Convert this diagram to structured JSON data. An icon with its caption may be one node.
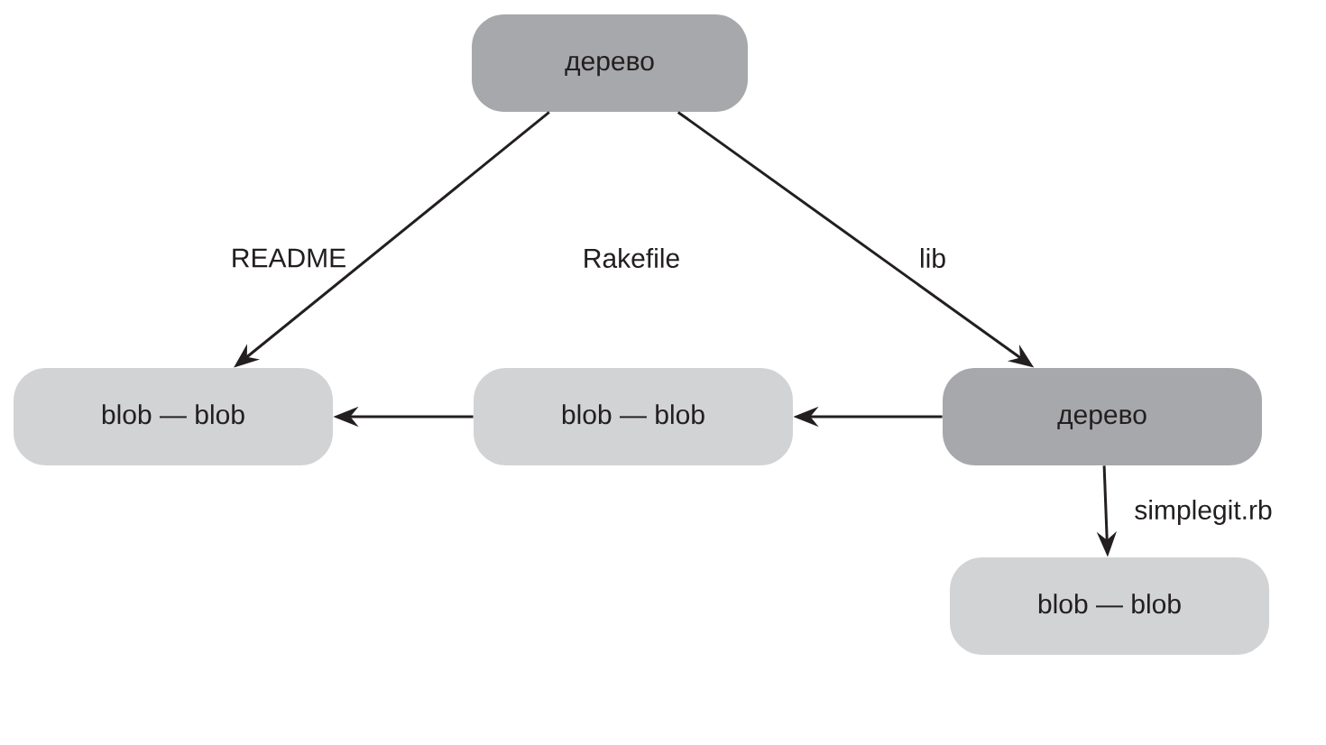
{
  "diagram": {
    "nodes": [
      {
        "text": [
          "дерево"
        ]
      },
      {
        "text": [
          "blob — blob"
        ]
      },
      {
        "text": [
          "blob — blob"
        ]
      },
      {
        "text": [
          "дерево"
        ]
      },
      {
        "text": [
          "blob — blob"
        ]
      }
    ],
    "edges": [
      {
        "from": 0,
        "to": 1,
        "arrow": "to",
        "label": "README"
      },
      {
        "from": 0,
        "to": 3,
        "arrow": "to",
        "label": "lib"
      },
      {
        "from": 3,
        "to": 2,
        "arrow": "to"
      },
      {
        "from": 2,
        "to": 1,
        "arrow": "to"
      },
      {
        "from": 3,
        "to": 4,
        "arrow": "to",
        "label": "simplegit.rb"
      }
    ],
    "labels": [
      "Rakefile"
    ]
  }
}
